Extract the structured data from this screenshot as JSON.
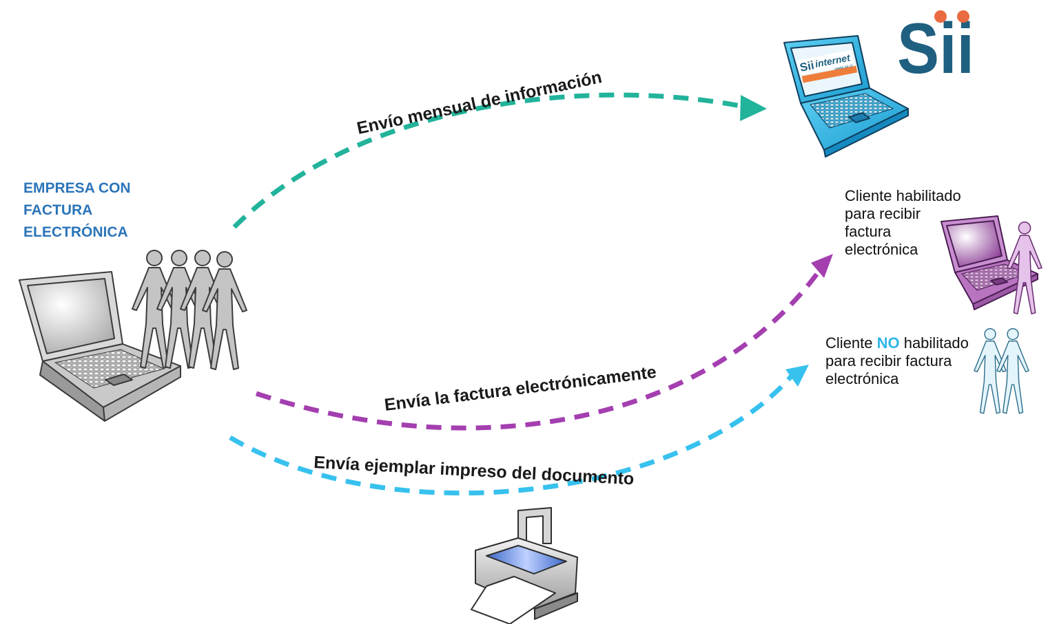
{
  "company": {
    "line1": "EMPRESA CON",
    "line2": "FACTURA",
    "line3": "ELECTRÓNICA"
  },
  "flows": {
    "sii": "Envío mensual de información",
    "electronic": "Envía la factura electrónicamente",
    "printed": "Envía ejemplar impreso del documento"
  },
  "client_enabled": {
    "line1": "Cliente habilitado",
    "line2": "para recibir",
    "line3": "factura",
    "line4": "electrónica"
  },
  "client_not_enabled": {
    "pre": "Cliente ",
    "emph": "NO",
    "post": " habilitado",
    "line2": "para recibir factura",
    "line3": "electrónica"
  },
  "logo": {
    "text": "Sii"
  },
  "screen_logo": {
    "brand": "Sii",
    "word": "internet",
    "url": "www.sii.cl"
  },
  "colors": {
    "sii_flow": "#22b39b",
    "electronic_flow": "#a43fb0",
    "printed_flow": "#37c1ee",
    "company_text": "#2b74b8",
    "logo": "#1f5f80",
    "logo_dot": "#ea6a42",
    "no_emphasis": "#31b6e6"
  }
}
